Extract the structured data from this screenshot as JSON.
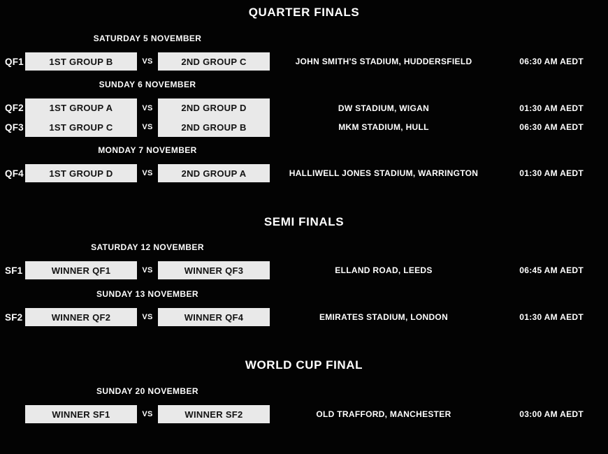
{
  "page": {
    "background_color": "#030303",
    "box_color": "#e9e9e9",
    "box_text_color": "#131313",
    "text_color": "#ffffff"
  },
  "vs_label": "VS",
  "sections": [
    {
      "title": "QUARTER FINALS",
      "days": [
        {
          "date": "SATURDAY 5 NOVEMBER",
          "matches": [
            {
              "id": "QF1",
              "home": "1ST GROUP B",
              "away": "2ND GROUP C",
              "venue": "JOHN SMITH'S STADIUM, HUDDERSFIELD",
              "time": "06:30 AM AEDT"
            }
          ]
        },
        {
          "date": "SUNDAY 6 NOVEMBER",
          "matches": [
            {
              "id": "QF2",
              "home": "1ST GROUP A",
              "away": "2ND GROUP D",
              "venue": "DW STADIUM, WIGAN",
              "time": "01:30 AM AEDT"
            },
            {
              "id": "QF3",
              "home": "1ST GROUP C",
              "away": "2ND GROUP B",
              "venue": "MKM STADIUM, HULL",
              "time": "06:30 AM AEDT"
            }
          ]
        },
        {
          "date": "MONDAY 7 NOVEMBER",
          "matches": [
            {
              "id": "QF4",
              "home": "1ST GROUP D",
              "away": "2ND GROUP A",
              "venue": "HALLIWELL JONES STADIUM, WARRINGTON",
              "time": "01:30 AM AEDT"
            }
          ]
        }
      ]
    },
    {
      "title": "SEMI FINALS",
      "days": [
        {
          "date": "SATURDAY 12 NOVEMBER",
          "matches": [
            {
              "id": "SF1",
              "home": "WINNER QF1",
              "away": "WINNER QF3",
              "venue": "ELLAND ROAD, LEEDS",
              "time": "06:45 AM AEDT"
            }
          ]
        },
        {
          "date": "SUNDAY 13 NOVEMBER",
          "matches": [
            {
              "id": "SF2",
              "home": "WINNER QF2",
              "away": "WINNER QF4",
              "venue": "EMIRATES STADIUM, LONDON",
              "time": "01:30 AM AEDT"
            }
          ]
        }
      ]
    },
    {
      "title": "WORLD CUP FINAL",
      "days": [
        {
          "date": "SUNDAY 20 NOVEMBER",
          "matches": [
            {
              "id": "",
              "home": "WINNER SF1",
              "away": "WINNER SF2",
              "venue": "OLD TRAFFORD, MANCHESTER",
              "time": "03:00 AM AEDT"
            }
          ]
        }
      ]
    }
  ]
}
